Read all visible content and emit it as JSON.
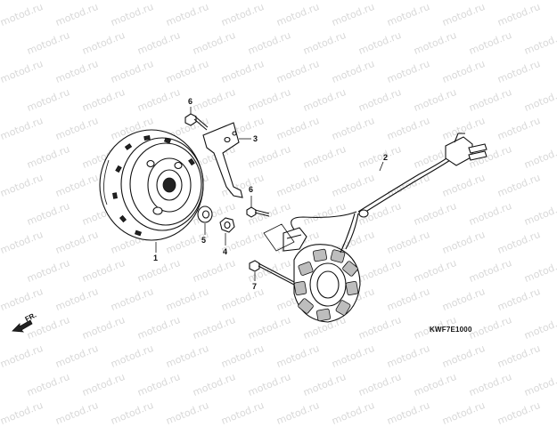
{
  "watermark": "motod.ru",
  "callouts": [
    {
      "id": "flywheel",
      "label": "1"
    },
    {
      "id": "stator",
      "label": "2"
    },
    {
      "id": "bracket",
      "label": "3"
    },
    {
      "id": "nut",
      "label": "4"
    },
    {
      "id": "washer",
      "label": "5"
    },
    {
      "id": "bolt-top",
      "label": "6"
    },
    {
      "id": "bolt-mid",
      "label": "6"
    },
    {
      "id": "bolt-low",
      "label": "7"
    }
  ],
  "diagram_code": "KWF7E1000",
  "front_marker": "FR."
}
